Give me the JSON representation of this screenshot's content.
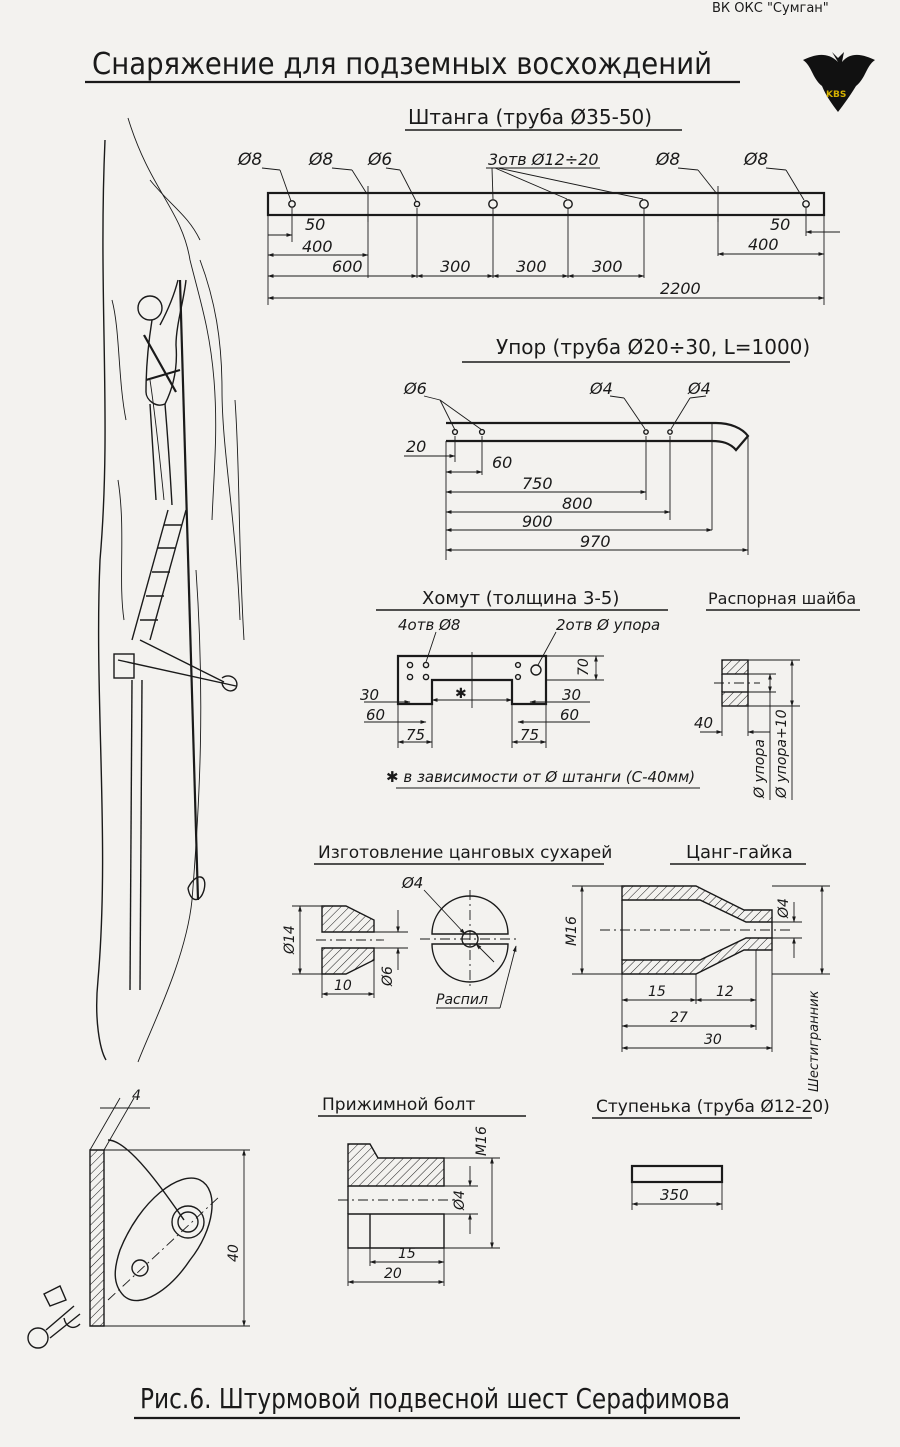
{
  "header": {
    "org": "ВК ОКС \"Сумган\"",
    "title": "Снаряжение для подземных восхождений",
    "logo_text": "KBS"
  },
  "shtanga": {
    "title": "Штанга (труба Ø35-50)",
    "holes": [
      "Ø8",
      "Ø8",
      "Ø6",
      "3отв Ø12÷20",
      "Ø8",
      "Ø8"
    ],
    "dims": [
      "50",
      "400",
      "600",
      "300",
      "300",
      "300",
      "2200",
      "50",
      "400"
    ]
  },
  "upor": {
    "title": "Упор (труба Ø20÷30, L=1000)",
    "holes": [
      "Ø6",
      "Ø4",
      "Ø4"
    ],
    "dims": [
      "20",
      "60",
      "750",
      "800",
      "900",
      "970"
    ]
  },
  "khomut": {
    "title": "Хомут (толщина 3-5)",
    "holes": [
      "4отв Ø8",
      "2отв Ø упора"
    ],
    "dims": [
      "70",
      "30",
      "60",
      "75",
      "30",
      "60",
      "75"
    ],
    "note": "✱ в зависимости от Ø штанги (C-40мм)"
  },
  "shayba": {
    "title": "Распорная шайба",
    "dims": [
      "40",
      "Ø упора",
      "Ø упора+10"
    ]
  },
  "sukhari": {
    "title": "Изготовление цанговых сухарей",
    "dims": [
      "Ø14",
      "Ø6",
      "10",
      "Ø4"
    ],
    "cut_label": "Распил"
  },
  "gayka": {
    "title": "Цанг-гайка",
    "dims": [
      "M16",
      "Ø4",
      "15",
      "12",
      "27",
      "30"
    ],
    "side_label": "Шестигранник"
  },
  "bolt": {
    "title": "Прижимной болт",
    "dims": [
      "M16",
      "Ø4",
      "15",
      "20"
    ]
  },
  "stupenka": {
    "title": "Ступенька (труба Ø12-20)",
    "dims": [
      "350"
    ]
  },
  "bracket": {
    "dims": [
      "4",
      "40"
    ]
  },
  "caption": "Рис.6. Штурмовой подвесной шест Серафимова",
  "colors": {
    "ink": "#1a1a1a",
    "paper": "#f3f2ef",
    "logo": "#d4b000"
  }
}
